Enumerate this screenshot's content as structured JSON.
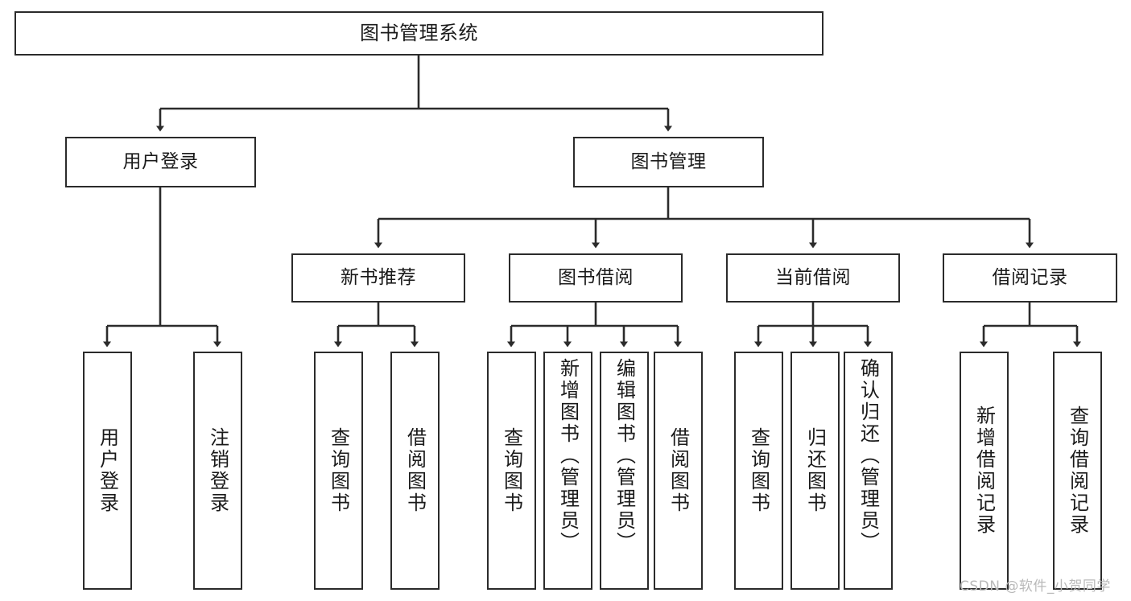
{
  "diagram": {
    "title": "图书管理系统",
    "type": "tree",
    "orientation": "top-down",
    "colors": {
      "box_border": "#2b2b2b",
      "box_fill": "#ffffff",
      "connector": "#2b2b2b",
      "text": "#1a1a1a",
      "watermark": "#b9b9b9",
      "background": "#ffffff"
    },
    "watermark": "CSDN @软件_小贺同学",
    "nodes": {
      "root": {
        "label": "图书管理系统"
      },
      "level2": [
        {
          "label": "用户登录"
        },
        {
          "label": "图书管理"
        }
      ],
      "level3": [
        {
          "label": "新书推荐"
        },
        {
          "label": "图书借阅"
        },
        {
          "label": "当前借阅"
        },
        {
          "label": "借阅记录"
        }
      ],
      "leaves": {
        "user_login": [
          {
            "label": "用户登录"
          },
          {
            "label": "注销登录"
          }
        ],
        "new_book_recommend": [
          {
            "label": "查询图书"
          },
          {
            "label": "借阅图书"
          }
        ],
        "book_borrow": [
          {
            "label": "查询图书"
          },
          {
            "label": "新增图书（管理员）"
          },
          {
            "label": "编辑图书（管理员）"
          },
          {
            "label": "借阅图书"
          }
        ],
        "current_borrow": [
          {
            "label": "查询图书"
          },
          {
            "label": "归还图书"
          },
          {
            "label": "确认归还（管理员）"
          }
        ],
        "borrow_record": [
          {
            "label": "新增借阅记录"
          },
          {
            "label": "查询借阅记录"
          }
        ]
      }
    }
  }
}
